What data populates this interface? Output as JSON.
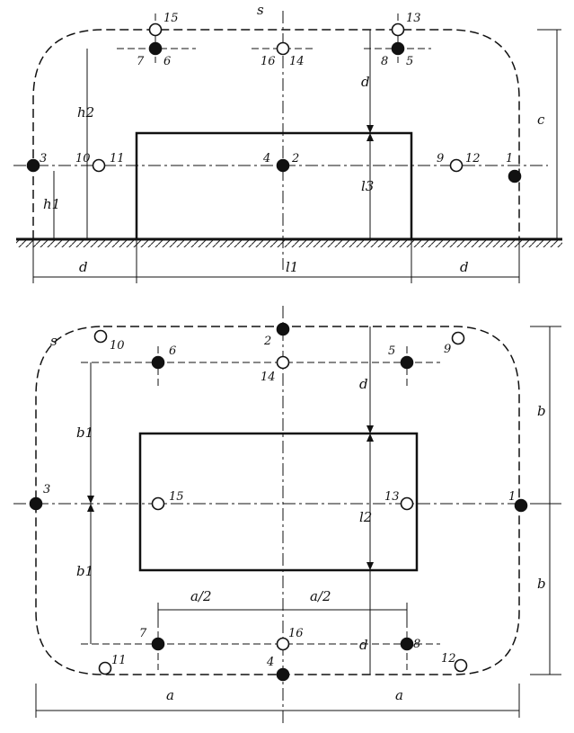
{
  "top_view": {
    "label_s": "s",
    "dim_d_left": "d",
    "dim_d_right": "d",
    "dim_d_vertical": "d",
    "dim_l1": "l1",
    "dim_l3": "l3",
    "dim_c": "c",
    "dim_h1": "h1",
    "dim_h2": "h2",
    "points": [
      {
        "id": "15",
        "fill": "open"
      },
      {
        "id": "13",
        "fill": "open"
      },
      {
        "id": "7",
        "fill": "filled"
      },
      {
        "id": "6",
        "fill": "none"
      },
      {
        "id": "16",
        "fill": "open"
      },
      {
        "id": "14",
        "fill": "none"
      },
      {
        "id": "8",
        "fill": "filled"
      },
      {
        "id": "5",
        "fill": "none"
      },
      {
        "id": "3",
        "fill": "filled"
      },
      {
        "id": "10",
        "fill": "none"
      },
      {
        "id": "11",
        "fill": "open"
      },
      {
        "id": "4",
        "fill": "filled"
      },
      {
        "id": "2",
        "fill": "none"
      },
      {
        "id": "9",
        "fill": "none"
      },
      {
        "id": "12",
        "fill": "open"
      },
      {
        "id": "1",
        "fill": "filled"
      }
    ]
  },
  "plan_view": {
    "label_s": "s",
    "dim_a_left": "a",
    "dim_a_right": "a",
    "dim_a_half_left": "a/2",
    "dim_a_half_right": "a/2",
    "dim_b_top": "b",
    "dim_b_bottom": "b",
    "dim_b1_top": "b1",
    "dim_b1_bottom": "b1",
    "dim_d_top": "d",
    "dim_d_bottom": "d",
    "dim_l2": "l2",
    "points": [
      {
        "id": "10",
        "fill": "open"
      },
      {
        "id": "6",
        "fill": "filled"
      },
      {
        "id": "2",
        "fill": "filled"
      },
      {
        "id": "14",
        "fill": "open"
      },
      {
        "id": "5",
        "fill": "filled"
      },
      {
        "id": "9",
        "fill": "open"
      },
      {
        "id": "3",
        "fill": "filled"
      },
      {
        "id": "15",
        "fill": "open"
      },
      {
        "id": "13",
        "fill": "open"
      },
      {
        "id": "1",
        "fill": "filled"
      },
      {
        "id": "7",
        "fill": "filled"
      },
      {
        "id": "16",
        "fill": "open"
      },
      {
        "id": "8",
        "fill": "filled"
      },
      {
        "id": "11",
        "fill": "open"
      },
      {
        "id": "4",
        "fill": "filled"
      },
      {
        "id": "12",
        "fill": "open"
      }
    ]
  }
}
